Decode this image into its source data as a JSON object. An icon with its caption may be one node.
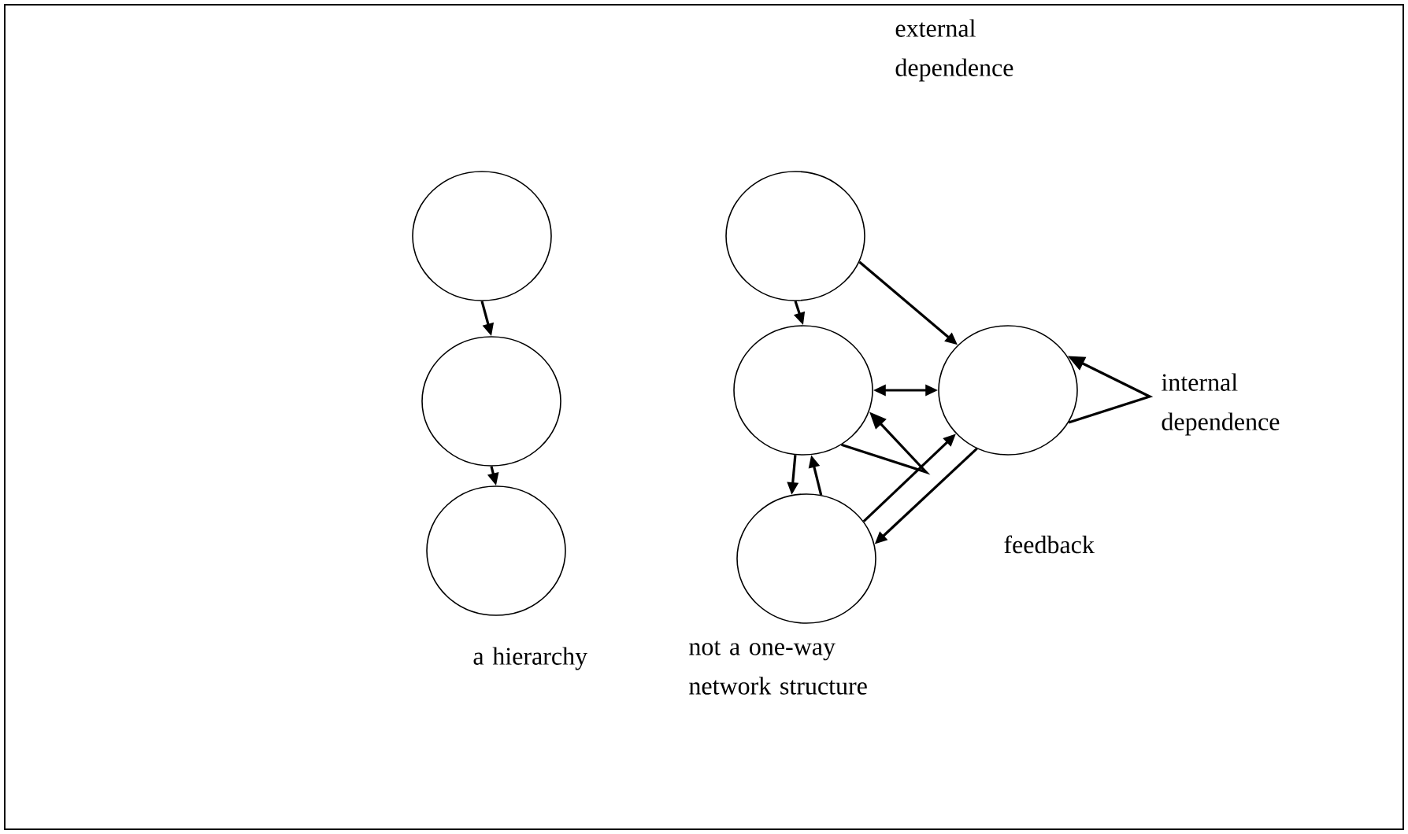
{
  "diagram": {
    "nodes": [
      {
        "text": [],
        "shape": "circle"
      },
      {
        "text": [],
        "shape": "circle"
      },
      {
        "text": [],
        "shape": "circle"
      },
      {
        "text": [],
        "shape": "circle"
      },
      {
        "text": [],
        "shape": "circle"
      },
      {
        "text": [],
        "shape": "circle"
      },
      {
        "text": [],
        "shape": "circle"
      }
    ],
    "edges": [
      {
        "from": 0,
        "to": 1,
        "arrow": "to"
      },
      {
        "from": 1,
        "to": 2,
        "arrow": "to"
      },
      {
        "from": 3,
        "to": 4,
        "arrow": "to"
      },
      {
        "from": 3,
        "to": 6,
        "arrow": "to"
      },
      {
        "from": 4,
        "to": 6,
        "arrow": "both"
      },
      {
        "from": 4,
        "to": 5,
        "arrow": "to"
      },
      {
        "from": 5,
        "to": 4,
        "arrow": "to"
      },
      {
        "from": 5,
        "to": 6,
        "arrow": "to"
      },
      {
        "from": 6,
        "to": 5,
        "arrow": "to"
      },
      {
        "from": 4,
        "to": 4,
        "arrow": "to"
      },
      {
        "from": 6,
        "to": 6,
        "arrow": "to"
      }
    ],
    "labels": [
      "external dependence",
      "internal dependence",
      "feedback",
      "a hierarchy",
      "not a one-way network structure"
    ]
  }
}
